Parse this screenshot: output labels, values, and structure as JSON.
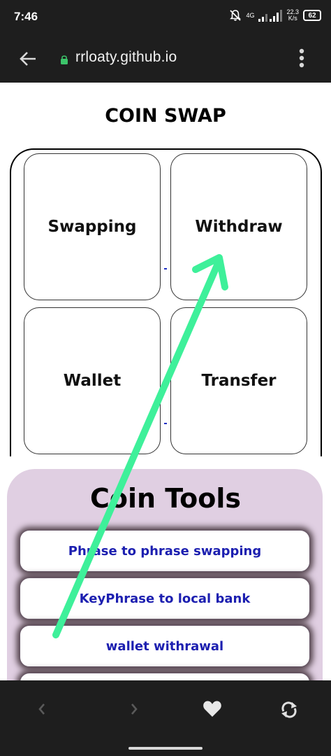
{
  "status_bar": {
    "time": "7:46",
    "network_label": "4G",
    "speed_value": "22.3",
    "speed_unit": "K/s",
    "battery": "62",
    "icons": [
      "bell-muted-icon",
      "signal-icon",
      "battery-icon"
    ]
  },
  "browser": {
    "url": "rrloaty.github.io",
    "icons": [
      "back-arrow-icon",
      "lock-icon",
      "more-vertical-icon"
    ]
  },
  "page": {
    "title": "COIN SWAP",
    "cards": [
      {
        "label": "Swapping"
      },
      {
        "label": "Withdraw"
      },
      {
        "label": "Wallet"
      },
      {
        "label": "Transfer"
      }
    ],
    "tools": {
      "title": "Coin Tools",
      "items": [
        {
          "label": "Phrase to phrase swapping"
        },
        {
          "label": "KeyPhrase to local bank"
        },
        {
          "label": "wallet withrawal"
        },
        {
          "label": ""
        }
      ]
    }
  },
  "bottom_nav": {
    "icons": [
      "chevron-left-icon",
      "chevron-right-icon",
      "heart-icon",
      "refresh-icon"
    ]
  },
  "colors": {
    "bar_background": "#1e1e1e",
    "tools_panel": "#e0cfe2",
    "tool_text": "#1c1fb0",
    "annotation_arrow": "#3ef09a",
    "lock_green": "#3cc46a"
  }
}
